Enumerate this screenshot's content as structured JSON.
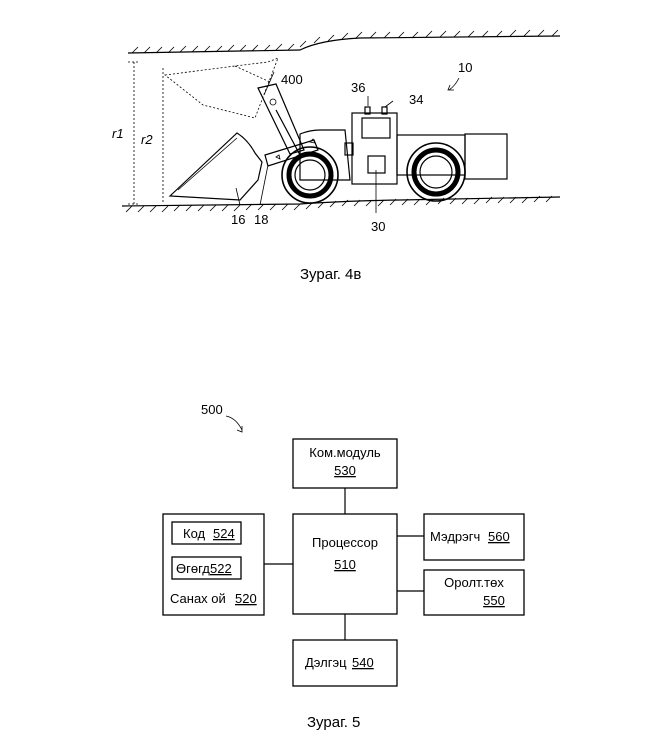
{
  "figure_a": {
    "caption": "Зураг. 4в",
    "labels": {
      "main": "10",
      "boom": "400",
      "sensor_a": "36",
      "sensor_b": "34",
      "r1": "r1",
      "r2": "r2",
      "bucket": "16",
      "arm": "18",
      "unit": "30"
    }
  },
  "figure_b": {
    "caption": "Зураг. 5",
    "ref": "500",
    "boxes": {
      "com": {
        "name": "Ком.модуль",
        "num": "530"
      },
      "proc": {
        "name": "Процессор",
        "num": "510"
      },
      "sensor": {
        "name": "Мэдрэгч",
        "num": "560"
      },
      "io": {
        "name": "Оролт.төх",
        "num": "550"
      },
      "display": {
        "name": "Дэлгэц",
        "num": "540"
      },
      "memory": {
        "name": "Санах ой",
        "num": "520"
      },
      "code": {
        "name": "Код",
        "num": "524"
      },
      "data": {
        "name": "Өгөгд",
        "num": "522"
      }
    }
  }
}
